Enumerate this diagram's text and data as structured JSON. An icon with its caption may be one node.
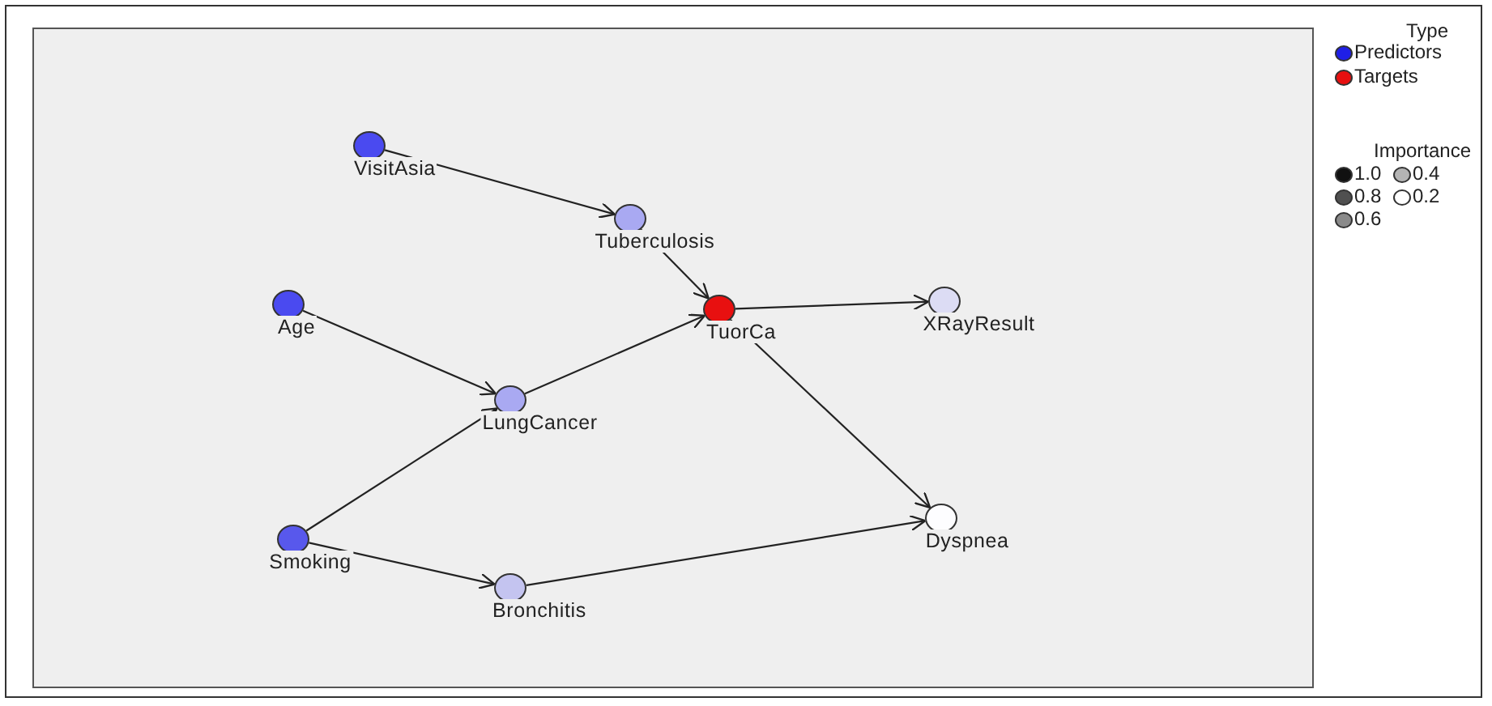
{
  "diagram": {
    "nodes": [
      {
        "text": [
          "VisitAsia"
        ]
      },
      {
        "text": [
          "Tuberculosis"
        ]
      },
      {
        "text": [
          "Age"
        ]
      },
      {
        "text": [
          "TuorCa"
        ]
      },
      {
        "text": [
          "XRayResult"
        ]
      },
      {
        "text": [
          "LungCancer"
        ]
      },
      {
        "text": [
          "Smoking"
        ]
      },
      {
        "text": [
          "Dyspnea"
        ]
      },
      {
        "text": [
          "Bronchitis"
        ]
      }
    ],
    "edges": [
      {
        "from": 0,
        "to": 1,
        "arrow": "to"
      },
      {
        "from": 1,
        "to": 3,
        "arrow": "to"
      },
      {
        "from": 2,
        "to": 5,
        "arrow": "to"
      },
      {
        "from": 5,
        "to": 3,
        "arrow": "to"
      },
      {
        "from": 6,
        "to": 5,
        "arrow": "to"
      },
      {
        "from": 6,
        "to": 8,
        "arrow": "to"
      },
      {
        "from": 3,
        "to": 4,
        "arrow": "to"
      },
      {
        "from": 3,
        "to": 7,
        "arrow": "to"
      },
      {
        "from": 8,
        "to": 7,
        "arrow": "to"
      }
    ],
    "labels": [
      "Type",
      "Importance"
    ],
    "legend": [
      {
        "text": "Predictors",
        "color": "#1f1fe6"
      },
      {
        "text": "Targets",
        "color": "#e81010"
      },
      {
        "text": "1.0",
        "color": "#111111"
      },
      {
        "text": "0.4",
        "color": "#b4b4b4"
      },
      {
        "text": "0.8",
        "color": "#505050"
      },
      {
        "text": "0.2",
        "color": "#ffffff"
      },
      {
        "text": "0.6",
        "color": "#8a8a8a"
      }
    ]
  }
}
